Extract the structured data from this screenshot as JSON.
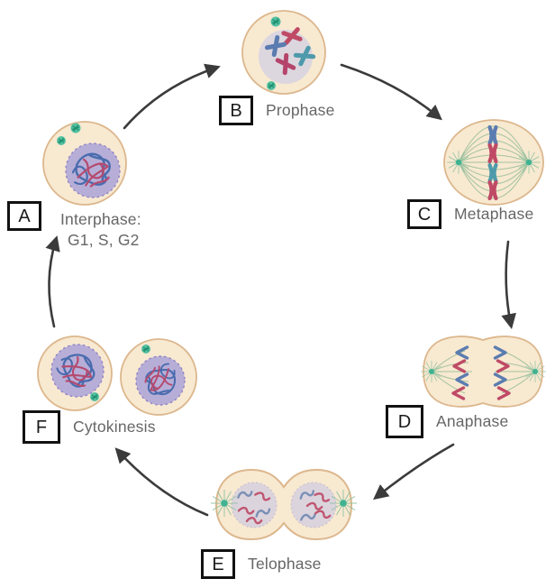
{
  "diagram": {
    "type": "cycle",
    "subject": "cell-division-mitosis",
    "sequence": [
      "A",
      "B",
      "C",
      "D",
      "E",
      "F"
    ],
    "stages": [
      {
        "letter": "A",
        "label": "Interphase:",
        "sublabel": "G1, S, G2"
      },
      {
        "letter": "B",
        "label": "Prophase"
      },
      {
        "letter": "C",
        "label": "Metaphase"
      },
      {
        "letter": "D",
        "label": "Anaphase"
      },
      {
        "letter": "E",
        "label": "Telophase"
      },
      {
        "letter": "F",
        "label": "Cytokinesis"
      }
    ],
    "colors": {
      "background": "#ffffff",
      "cytoplasm": "#f8e9d1",
      "cell_membrane": "#dcb78d",
      "nucleus_purple": "#b7aed8",
      "nucleus_purple_border": "#8d82c4",
      "nucleus_gray": "#dcd6df",
      "chromosome_red": "#bf4a66",
      "chromosome_blue": "#5a7cb0",
      "chromosome_teal": "#4e9aab",
      "centrosome_green": "#45bb97",
      "spindle_fiber_green": "#a4c4a0",
      "arrow": "#3b3b3b",
      "label_text": "#666666",
      "letter_box_border": "#121212"
    }
  }
}
